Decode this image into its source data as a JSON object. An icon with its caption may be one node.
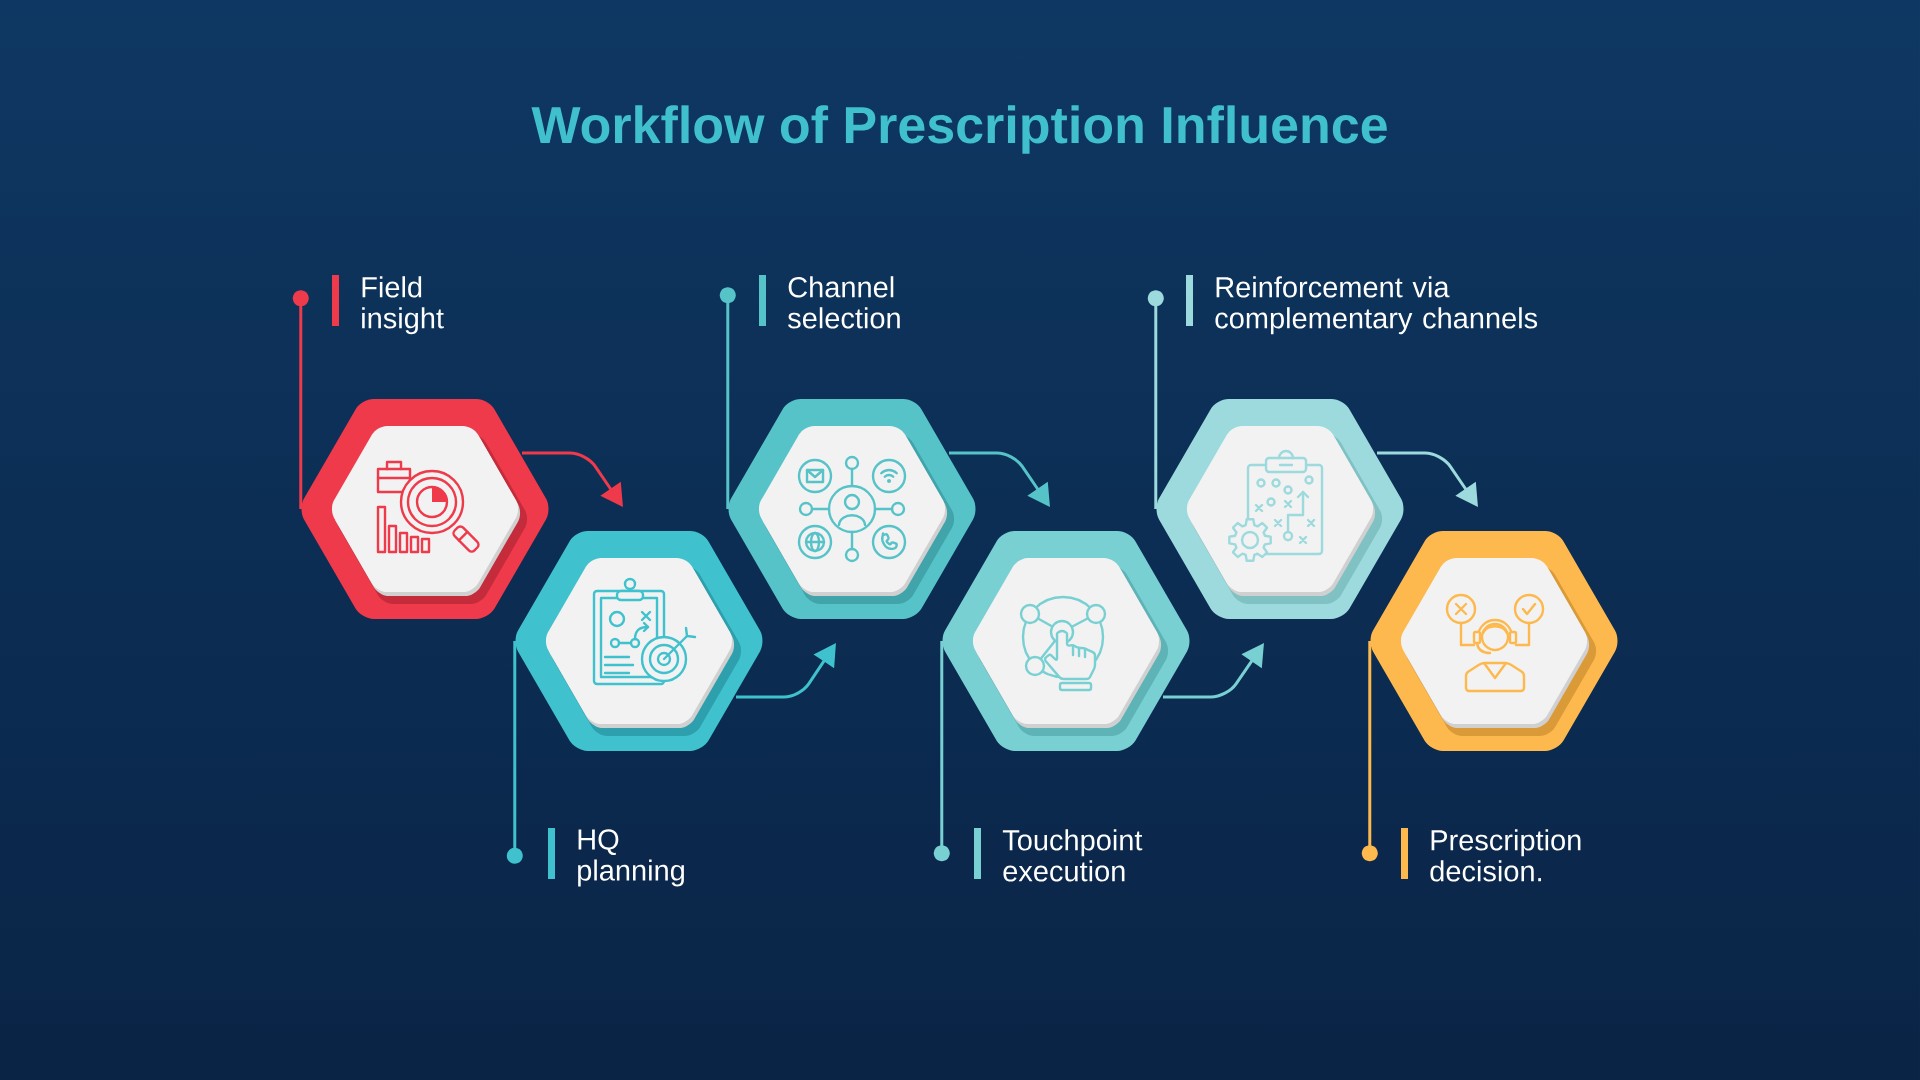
{
  "diagram": {
    "title": "Workflow of Prescription Influence",
    "nodes": [
      {
        "text": [
          "Field insight"
        ]
      },
      {
        "text": [],
        "shape": "hexagon"
      },
      {
        "text": [
          "HQ planning"
        ]
      },
      {
        "text": [],
        "shape": "hexagon"
      },
      {
        "text": [
          "Channel selection"
        ]
      },
      {
        "text": [],
        "shape": "hexagon"
      },
      {
        "text": [
          "Touchpoint execution"
        ]
      },
      {
        "text": [],
        "shape": "hexagon"
      },
      {
        "text": [
          "Reinforcement via complementary channels"
        ]
      },
      {
        "text": [],
        "shape": "hexagon"
      },
      {
        "text": [
          "Prescription decision."
        ]
      },
      {
        "text": [],
        "shape": "hexagon"
      }
    ],
    "edges": [
      {
        "from": 1,
        "to": 3,
        "arrow": "to",
        "color": "#ee3a4b"
      },
      {
        "from": 3,
        "to": 5,
        "arrow": "to",
        "color": "#3fc1ce"
      },
      {
        "from": 5,
        "to": 7,
        "arrow": "to",
        "color": "#56c3c9"
      },
      {
        "from": 7,
        "to": 9,
        "arrow": "to",
        "color": "#79d0d3"
      },
      {
        "from": 9,
        "to": 11,
        "arrow": "to",
        "color": "#9ddadd"
      },
      {
        "from": 0,
        "to": 1,
        "arrow": "other",
        "color": "#ee3a4b"
      },
      {
        "from": 2,
        "to": 3,
        "arrow": "other",
        "color": "#3fc1ce"
      },
      {
        "from": 4,
        "to": 5,
        "arrow": "other",
        "color": "#56c3c9"
      },
      {
        "from": 6,
        "to": 7,
        "arrow": "other",
        "color": "#79d0d3"
      },
      {
        "from": 8,
        "to": 9,
        "arrow": "other",
        "color": "#9ddadd"
      },
      {
        "from": 10,
        "to": 11,
        "arrow": "other",
        "color": "#fdb94e"
      }
    ]
  }
}
